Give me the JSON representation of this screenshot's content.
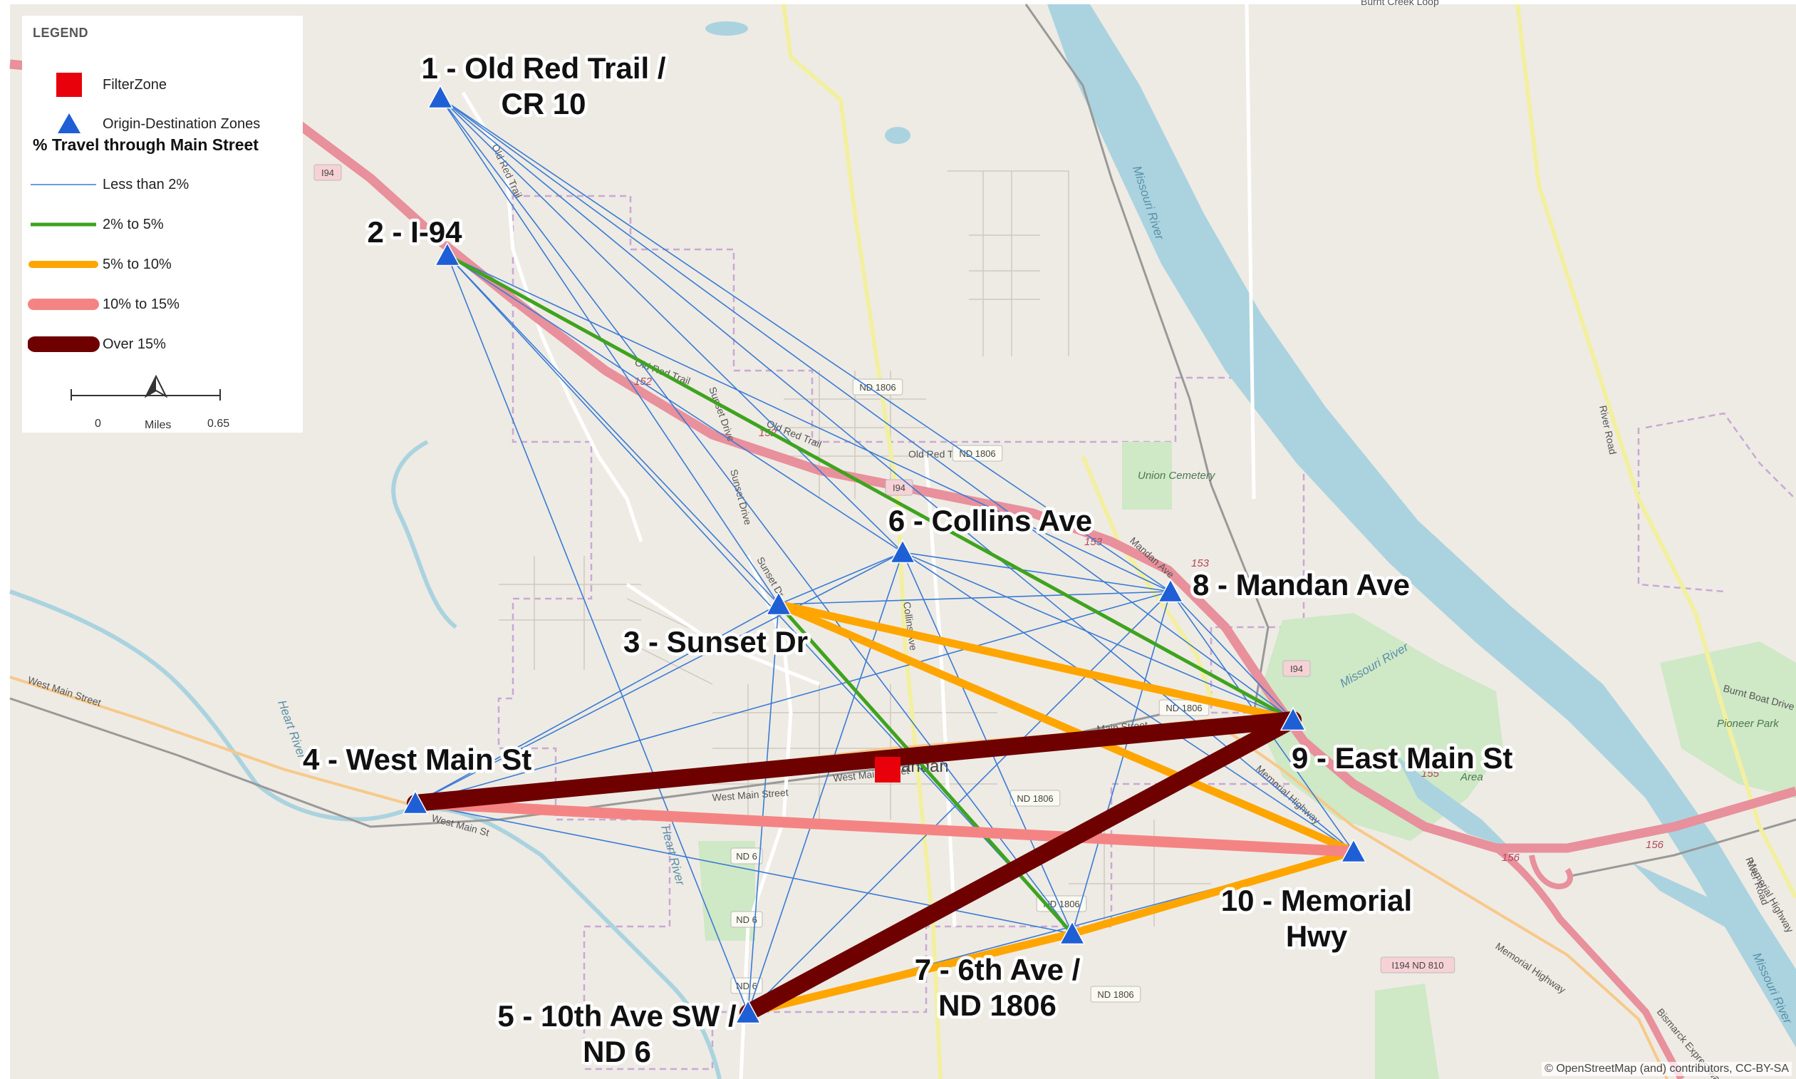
{
  "legend": {
    "title": "LEGEND",
    "filter_zone": "FilterZone",
    "od_zones": "Origin-Destination Zones",
    "travel_title": "% Travel through Main Street",
    "classes": [
      {
        "label": "Less than 2%",
        "color": "#3a7bd5"
      },
      {
        "label": "2% to 5%",
        "color": "#3fa31f"
      },
      {
        "label": "5% to 10%",
        "color": "#ffa500"
      },
      {
        "label": "10% to 15%",
        "color": "#f48484"
      },
      {
        "label": "Over 15%",
        "color": "#6e0000"
      }
    ],
    "scale": {
      "zero": "0",
      "unit": "Miles",
      "max": "0.65"
    }
  },
  "zones": [
    {
      "id": 1,
      "label_lines": [
        "1 - Old Red Trail /",
        "CR 10"
      ]
    },
    {
      "id": 2,
      "label_lines": [
        "2 - I-94"
      ]
    },
    {
      "id": 3,
      "label_lines": [
        "3 - Sunset Dr"
      ]
    },
    {
      "id": 4,
      "label_lines": [
        "4 - West Main St"
      ]
    },
    {
      "id": 5,
      "label_lines": [
        "5 - 10th Ave SW /",
        "ND 6"
      ]
    },
    {
      "id": 6,
      "label_lines": [
        "6 - Collins Ave"
      ]
    },
    {
      "id": 7,
      "label_lines": [
        "7 - 6th Ave /",
        "ND 1806"
      ]
    },
    {
      "id": 8,
      "label_lines": [
        "8 - Mandan Ave"
      ]
    },
    {
      "id": 9,
      "label_lines": [
        "9 - East Main St"
      ]
    },
    {
      "id": 10,
      "label_lines": [
        "10 - Memorial",
        "Hwy"
      ]
    }
  ],
  "flows": [
    {
      "from": 4,
      "to": 9,
      "class": "Over 15%"
    },
    {
      "from": 5,
      "to": 9,
      "class": "Over 15%"
    },
    {
      "from": 4,
      "to": 10,
      "class": "10% to 15%"
    },
    {
      "from": 3,
      "to": 9,
      "class": "5% to 10%"
    },
    {
      "from": 3,
      "to": 10,
      "class": "5% to 10%"
    },
    {
      "from": 7,
      "to": 10,
      "class": "5% to 10%"
    },
    {
      "from": 5,
      "to": 7,
      "class": "5% to 10%"
    },
    {
      "from": 2,
      "to": 9,
      "class": "2% to 5%"
    },
    {
      "from": 3,
      "to": 7,
      "class": "2% to 5%"
    },
    {
      "from": 1,
      "to": 6,
      "class": "Less than 2%"
    },
    {
      "from": 1,
      "to": 8,
      "class": "Less than 2%"
    },
    {
      "from": 1,
      "to": 9,
      "class": "Less than 2%"
    },
    {
      "from": 1,
      "to": 10,
      "class": "Less than 2%"
    },
    {
      "from": 1,
      "to": 7,
      "class": "Less than 2%"
    },
    {
      "from": 1,
      "to": 3,
      "class": "Less than 2%"
    },
    {
      "from": 2,
      "to": 3,
      "class": "Less than 2%"
    },
    {
      "from": 2,
      "to": 6,
      "class": "Less than 2%"
    },
    {
      "from": 2,
      "to": 5,
      "class": "Less than 2%"
    },
    {
      "from": 2,
      "to": 8,
      "class": "Less than 2%"
    },
    {
      "from": 2,
      "to": 7,
      "class": "Less than 2%"
    },
    {
      "from": 3,
      "to": 6,
      "class": "Less than 2%"
    },
    {
      "from": 3,
      "to": 8,
      "class": "Less than 2%"
    },
    {
      "from": 3,
      "to": 4,
      "class": "Less than 2%"
    },
    {
      "from": 3,
      "to": 5,
      "class": "Less than 2%"
    },
    {
      "from": 4,
      "to": 8,
      "class": "Less than 2%"
    },
    {
      "from": 4,
      "to": 6,
      "class": "Less than 2%"
    },
    {
      "from": 4,
      "to": 7,
      "class": "Less than 2%"
    },
    {
      "from": 5,
      "to": 6,
      "class": "Less than 2%"
    },
    {
      "from": 5,
      "to": 8,
      "class": "Less than 2%"
    },
    {
      "from": 5,
      "to": 10,
      "class": "Less than 2%"
    },
    {
      "from": 6,
      "to": 8,
      "class": "Less than 2%"
    },
    {
      "from": 6,
      "to": 9,
      "class": "Less than 2%"
    },
    {
      "from": 6,
      "to": 7,
      "class": "Less than 2%"
    },
    {
      "from": 6,
      "to": 10,
      "class": "Less than 2%"
    },
    {
      "from": 8,
      "to": 9,
      "class": "Less than 2%"
    },
    {
      "from": 8,
      "to": 7,
      "class": "Less than 2%"
    },
    {
      "from": 8,
      "to": 10,
      "class": "Less than 2%"
    }
  ],
  "map_labels": {
    "rivers": [
      "Missouri River",
      "Missouri River",
      "Missouri River",
      "Heart River",
      "Heart River"
    ],
    "roads": [
      "Old Red Trail",
      "Old Red Trail",
      "Old Red Trail",
      "Old Red Trail",
      "Sunset Drive",
      "Sunset Drive",
      "Sunset Dr",
      "Collins Ave",
      "Mandan Ave",
      "Main Street",
      "West Main Street",
      "West Main Street",
      "West Main Street",
      "West Main St",
      "Memorial Highway",
      "Memorial Highway",
      "Memorial Highway",
      "River Road",
      "River Road",
      "Burnt Boat Drive",
      "Burnt Creek Loop",
      "Bismarck Expressway"
    ],
    "badges": [
      "I94",
      "I94",
      "I94",
      "ND 1806",
      "ND 1806",
      "ND 1806",
      "ND 1806",
      "ND 1806",
      "ND 1806",
      "ND 6",
      "ND 6",
      "ND 6",
      "I194 ND 810"
    ],
    "exit_numbers": [
      "152",
      "152",
      "153",
      "153",
      "155",
      "156",
      "156"
    ],
    "places": [
      "Union Cemetery",
      "Pioneer Park",
      "Mandan",
      "Area"
    ]
  },
  "attribution": "© OpenStreetMap (and) contributors, CC-BY-SA"
}
